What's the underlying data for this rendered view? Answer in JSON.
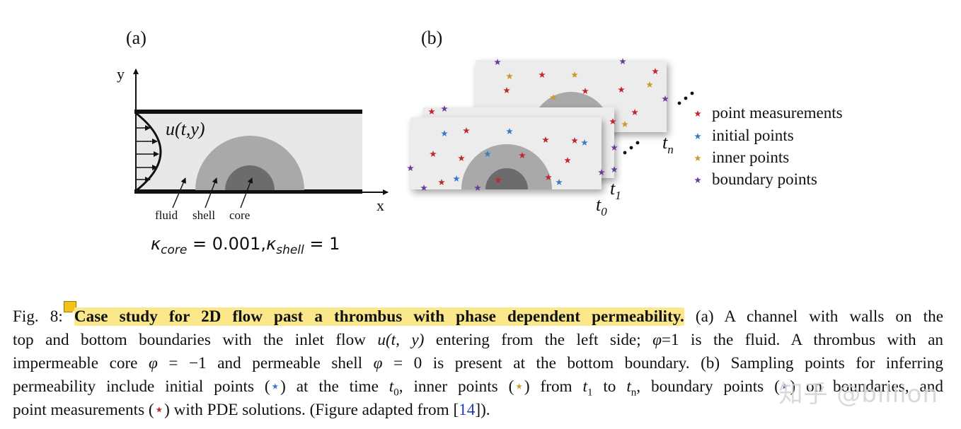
{
  "panel_a": {
    "label": "(a)",
    "y_axis": "y",
    "x_axis": "x",
    "flow_label": "u(t,y)",
    "region_labels": [
      "fluid",
      "shell",
      "core"
    ],
    "kappa_core_sym": "κ",
    "kappa_core_sub": "core",
    "kappa_core_val": " = 0.001,",
    "kappa_shell_sym": "κ",
    "kappa_shell_sub": "shell",
    "kappa_shell_val": " = 1"
  },
  "panel_b": {
    "label": "(b)",
    "t0": "t",
    "t0_sub": "0",
    "t1": "t",
    "t1_sub": "1",
    "tn": "t",
    "tn_sub": "n",
    "legend": [
      {
        "label": "point measurements",
        "color": "#c0282d",
        "icon": "star-icon"
      },
      {
        "label": "initial points",
        "color": "#3a7cc4",
        "icon": "star-icon"
      },
      {
        "label": "inner points",
        "color": "#c99a2e",
        "icon": "star-icon"
      },
      {
        "label": "boundary points",
        "color": "#6a3d9a",
        "icon": "star-icon"
      }
    ]
  },
  "caption": {
    "prefix": "Fig. 8: ",
    "title": "Case study for 2D flow past a thrombus with phase dependent permeability.",
    "l1_rest": " (a) A channel with walls on the",
    "l2a": "top and bottom boundaries with the inlet flow ",
    "l2_u": "u",
    "l2_args": "(t, y)",
    "l2b": " entering from the left side; ",
    "l2_phi": "φ",
    "l2c": "=1 is the fluid. A thrombus with an",
    "l3a": "impermeable core ",
    "l3_phi1": "φ",
    "l3b": " = −1 and permeable shell ",
    "l3_phi2": "φ",
    "l3c": " = 0 is present at the bottom boundary. (b) Sampling points for inferring",
    "l4a": "permeability include initial points (",
    "l4_star1": "⋆",
    "l4b": ") at the time ",
    "l4_t": "t",
    "l4_t_sub": "0",
    "l4c": ", inner points (",
    "l4_star2": "⋆",
    "l4d": ") from ",
    "l4_t1": "t",
    "l4_t1_sub": "1",
    "l4e": " to ",
    "l4_tn": "t",
    "l4_tn_sub": "n",
    "l4f": ", boundary points (",
    "l4_star3": "⋆",
    "l4g": ") on boundaries, and",
    "l5a": "point measurements (",
    "l5_star": "⋆",
    "l5b": ") with PDE solutions. (Figure adapted from [",
    "l5_ref": "14",
    "l5c": "])."
  },
  "watermark": "知乎 @billion"
}
